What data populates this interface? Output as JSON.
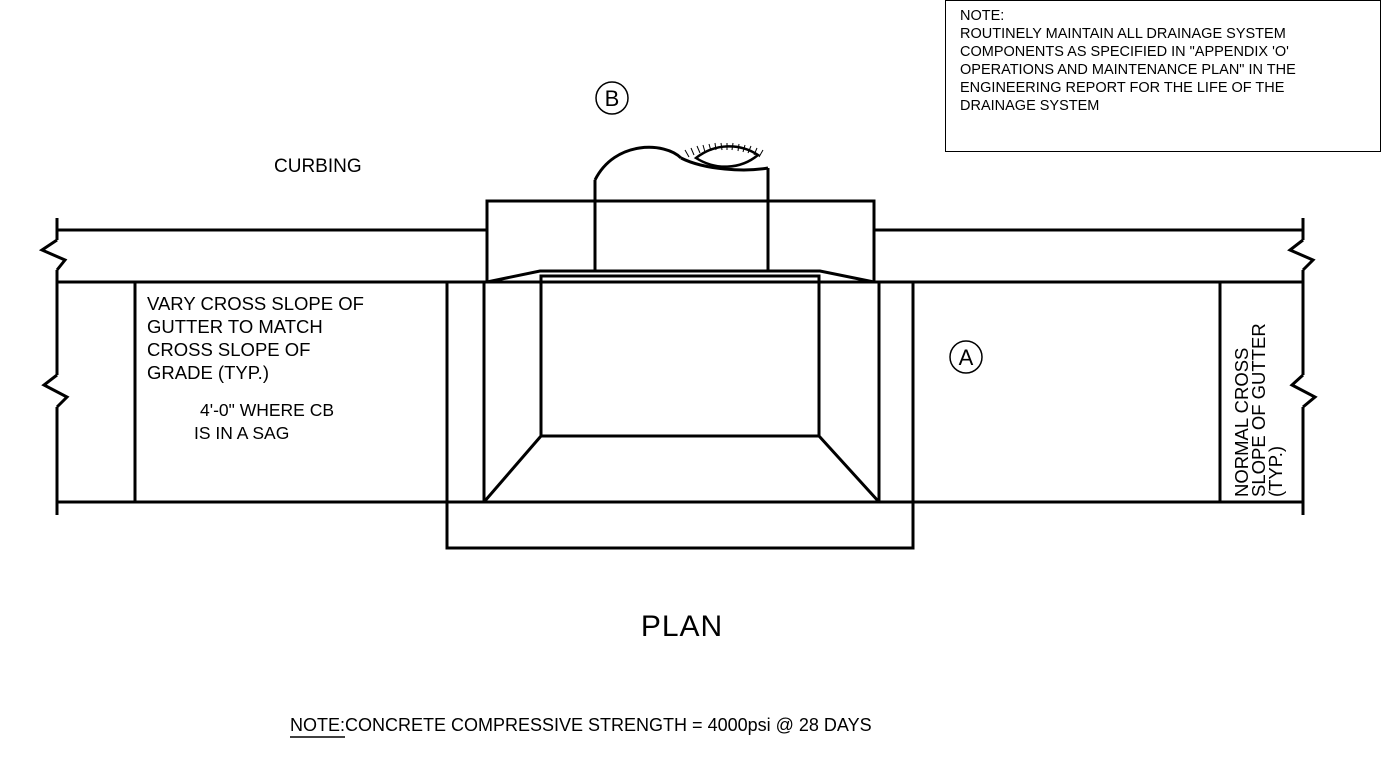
{
  "top_note": {
    "heading": "NOTE:",
    "lines": [
      "ROUTINELY MAINTAIN ALL DRAINAGE SYSTEM",
      "COMPONENTS AS SPECIFIED IN \"APPENDIX 'O'",
      "OPERATIONS AND MAINTENANCE PLAN\" IN THE",
      "ENGINEERING REPORT FOR THE LIFE OF THE",
      "DRAINAGE SYSTEM"
    ]
  },
  "labels": {
    "callout_b": "B",
    "callout_a": "A",
    "curbing": "CURBING",
    "vary_slope": [
      "VARY CROSS SLOPE OF",
      "GUTTER TO MATCH",
      "CROSS SLOPE OF",
      "GRADE (TYP.)"
    ],
    "sag": [
      "4'-0\"  WHERE CB",
      "IS IN A SAG"
    ],
    "normal_slope": [
      "NORMAL CROSS",
      "SLOPE OF GUTTER",
      "(TYP.)"
    ],
    "plan_title": "PLAN"
  },
  "bottom_note": {
    "label": "NOTE",
    "text": ":CONCRETE COMPRESSIVE STRENGTH = 4000psi @ 28 DAYS"
  }
}
